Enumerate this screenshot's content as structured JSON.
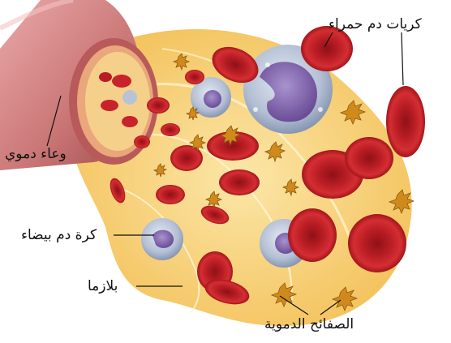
{
  "labels": {
    "red_blood_cells": "كريات دم حمراء",
    "blood_vessel": "وعاء دموي",
    "white_blood_cell": "كرة دم بيضاء",
    "plasma": "بلازما",
    "platelets": "الصفائح الدموية"
  },
  "colors": {
    "red_cell": "#c8232a",
    "red_cell_center": "#9e1419",
    "plasma": "#f7c95a",
    "vessel_wall": "#d98a8a",
    "vessel_wall_dark": "#a85555",
    "white_cell": "#b9c3d6",
    "nucleus": "#8a6fb0",
    "platelet": "#d08a1c"
  }
}
